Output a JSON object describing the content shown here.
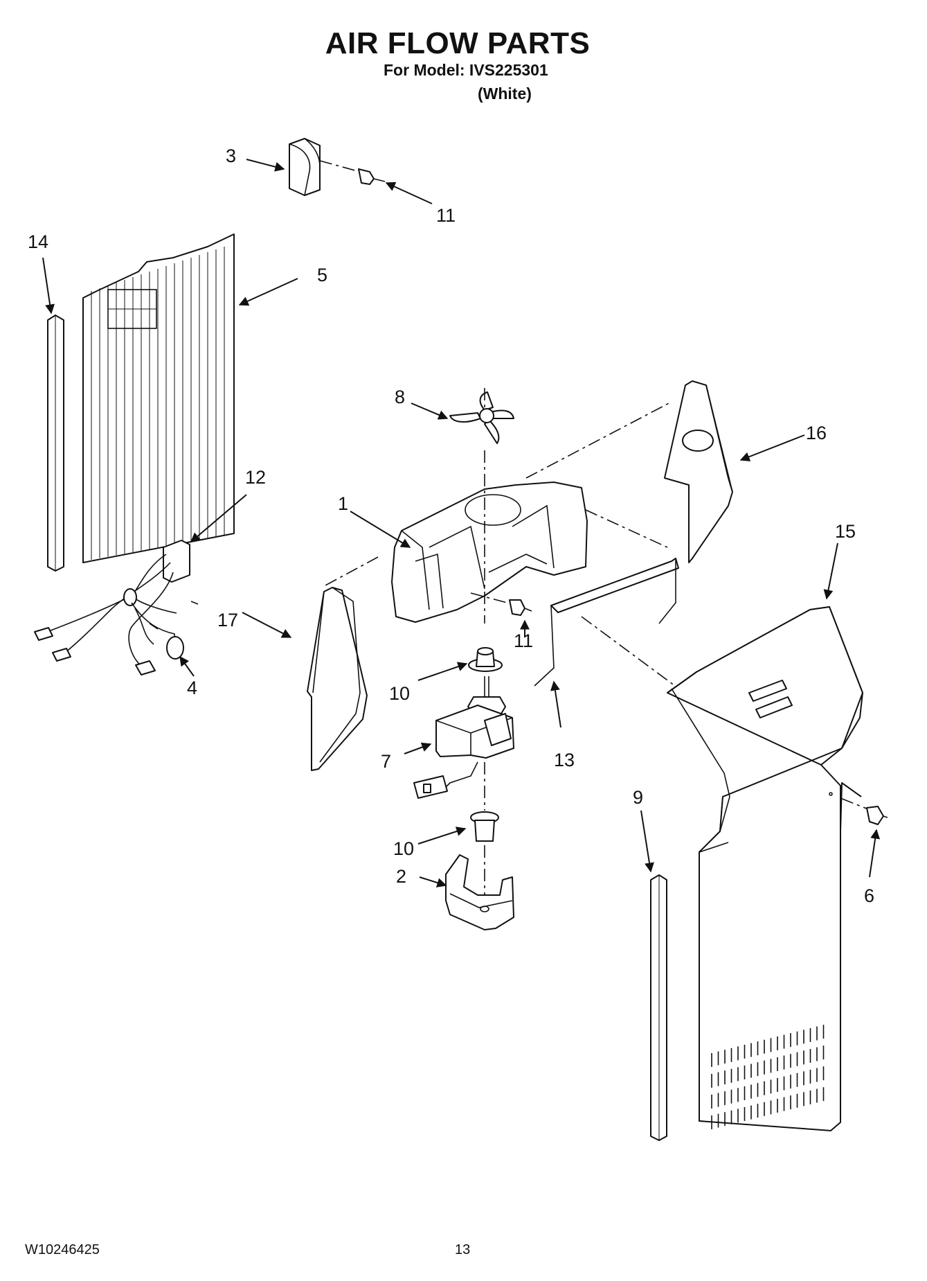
{
  "header": {
    "title": "AIR FLOW PARTS",
    "model_line": "For Model: IVS225301",
    "color_line": "(White)"
  },
  "footer": {
    "document_number": "W10246425",
    "page_number": "13"
  },
  "callouts": {
    "c1": "1",
    "c2": "2",
    "c3": "3",
    "c4": "4",
    "c5": "5",
    "c6": "6",
    "c7": "7",
    "c8": "8",
    "c9": "9",
    "c10a": "10",
    "c10b": "10",
    "c11a": "11",
    "c11b": "11",
    "c12": "12",
    "c13": "13",
    "c14": "14",
    "c15": "15",
    "c16": "16",
    "c17": "17"
  }
}
